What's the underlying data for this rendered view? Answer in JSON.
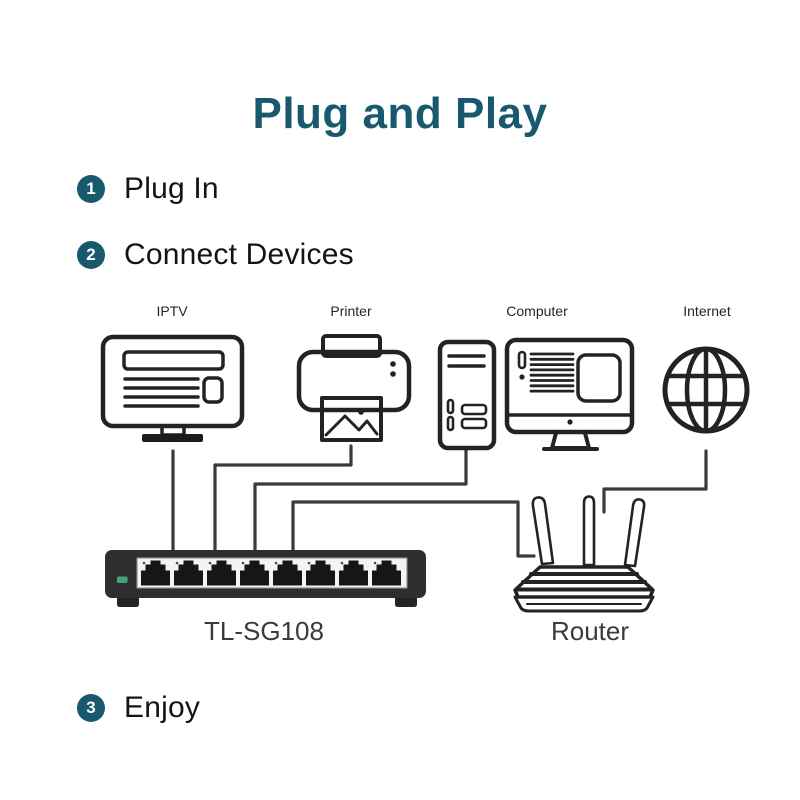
{
  "page": {
    "background": "#ffffff",
    "accent_color": "#18596d"
  },
  "title": {
    "text": "Plug and Play",
    "color": "#18596d"
  },
  "steps": [
    {
      "num": "1",
      "label": "Plug In"
    },
    {
      "num": "2",
      "label": "Connect Devices"
    },
    {
      "num": "3",
      "label": "Enjoy"
    }
  ],
  "devices": [
    {
      "label": "IPTV",
      "icon": "tv-icon"
    },
    {
      "label": "Printer",
      "icon": "printer-icon"
    },
    {
      "label": "Computer",
      "icon": "computer-icon"
    },
    {
      "label": "Internet",
      "icon": "globe-icon"
    }
  ],
  "switch": {
    "model": "TL-SG108",
    "ports": 8,
    "body_color": "#2e2e30",
    "led_color": "#47a076",
    "panel_color": "#f4f4f4"
  },
  "router": {
    "label": "Router",
    "antennas": 3
  },
  "connections": [
    {
      "from": "IPTV",
      "to": "TL-SG108"
    },
    {
      "from": "Printer",
      "to": "TL-SG108"
    },
    {
      "from": "Computer",
      "to": "TL-SG108"
    },
    {
      "from": "TL-SG108",
      "to": "Router"
    },
    {
      "from": "Internet",
      "to": "Router"
    }
  ]
}
